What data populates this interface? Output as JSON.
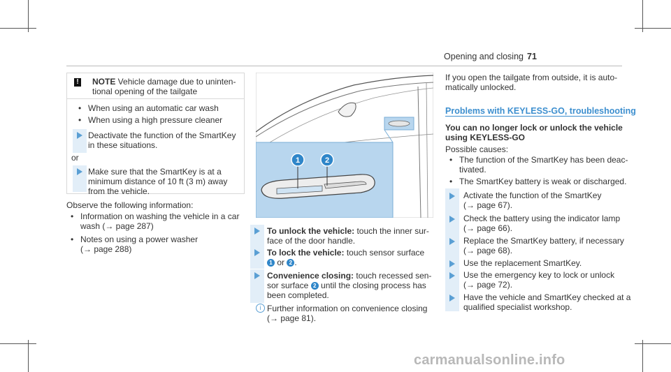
{
  "header": {
    "section_title": "Opening and closing",
    "page_number": "71"
  },
  "note": {
    "label": "NOTE",
    "text_line1": " Vehicle damage due to uninten-",
    "text_line2": "tional opening of the tailgate",
    "bullets": [
      "When using an automatic car wash",
      "When using a high pressure cleaner"
    ],
    "step1_line1": "Deactivate the function of the SmartKey",
    "step1_line2": "in these situations.",
    "or_label": "or",
    "step2_line1": "Make sure that the SmartKey is at a",
    "step2_line2": "minimum distance of 10 ft (3 m) away",
    "step2_line3": "from the vehicle."
  },
  "left": {
    "observe": "Observe the following information:",
    "items": [
      {
        "line1": "Information on washing the vehicle in a car",
        "line2": "wash (→ page 287)"
      },
      {
        "line1": "Notes on using a power washer",
        "line2": "(→ page 288)"
      }
    ]
  },
  "middle": {
    "callouts": [
      "1",
      "2"
    ],
    "unlock_bold": "To unlock the vehicle:",
    "unlock_rest": " touch the inner sur-",
    "unlock_line2": "face of the door handle.",
    "lock_bold": "To lock the vehicle:",
    "lock_rest": " touch sensor surface",
    "lock_or": "or",
    "conv_bold": "Convenience closing:",
    "conv_rest": " touch recessed sen-",
    "conv_line2a": "sor surface",
    "conv_line2b": "until the closing process has",
    "conv_line3": "been completed.",
    "info_line1": "Further information on convenience closing",
    "info_line2": "(→ page 81)."
  },
  "right": {
    "intro_line1": "If you open the tailgate from outside, it is auto-",
    "intro_line2": "matically unlocked.",
    "heading": "Problems with KEYLESS-GO, troubleshooting",
    "q_line1": "You can no longer lock or unlock the vehicle",
    "q_line2": "using KEYLESS-GO",
    "causes_label": "Possible causes:",
    "causes": [
      {
        "line1": "The function of the SmartKey has been deac-",
        "line2": "tivated."
      },
      {
        "line1": "The SmartKey battery is weak or discharged.",
        "line2": ""
      }
    ],
    "steps": [
      {
        "line1": "Activate the function of the SmartKey",
        "line2": "(→ page 67)."
      },
      {
        "line1": "Check the battery using the indicator lamp",
        "line2": "(→ page 66)."
      },
      {
        "line1": "Replace the SmartKey battery, if necessary",
        "line2": "(→ page 68)."
      },
      {
        "line1": "Use the replacement SmartKey.",
        "line2": ""
      },
      {
        "line1": "Use the emergency key to lock or unlock",
        "line2": "(→ page 72)."
      },
      {
        "line1": "Have the vehicle and SmartKey checked at a",
        "line2": "qualified specialist workshop."
      }
    ]
  },
  "watermark": "carmanualsonline.info"
}
